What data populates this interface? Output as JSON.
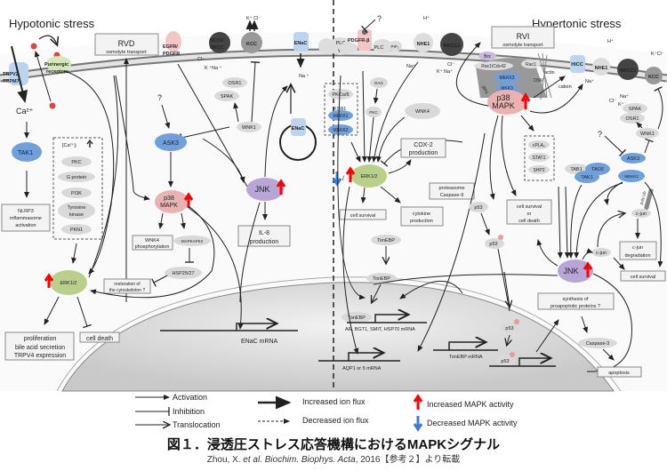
{
  "panels": {
    "left_title": "Hypotonic stress",
    "right_title": "Hypertonic stress"
  },
  "membrane_proteins_left": {
    "trpv": "TRPV2",
    "trpm": "TRPM7",
    "purinergic_1": "Purinergic",
    "purinergic_2": "receptors",
    "egfr_1": "EGFR/",
    "egfr_2": "PDGFR",
    "ncc_1": "NCCI/",
    "ncc_2": "NKCC",
    "kcc": "KCC",
    "enac": "ENaC",
    "enac_vesicle": "ENaC"
  },
  "membrane_proteins_right": {
    "plc_g1_1": "PLC",
    "plc_g1_2": "γ1",
    "rac1": "Rac1",
    "pdgfr": "PDGFR-β",
    "plc": "PLC",
    "pip2": "PIP₂",
    "nhe1_a": "NHE1",
    "nkcc1_a": "NKCC1",
    "hicc": "HICC",
    "nhe1_b": "NHE1",
    "nkcc1_b": "NKCC1",
    "kcc_b": "KCC"
  },
  "ions": {
    "ca": "Ca²⁺",
    "k_cl_top": "K⁺ Cl⁻",
    "cl_left": "Cl⁻",
    "k_na_left": "K ⁺Na ⁺",
    "na_enac": "Na ⁺",
    "h_top": "H⁺",
    "na_nhe": "Na⁺",
    "cl_nkcc": "Cl⁻",
    "k_na_nkcc": "K⁺ Na⁺",
    "h_right": "H⁺",
    "cation": "cation",
    "na_right": "Na⁺",
    "cl_right": "Cl⁻",
    "na_k_right_1": "Na⁺",
    "na_k_right_2": "K⁺",
    "k_cl_right": "K⁺Cl⁻",
    "question_1": "?",
    "question_2": "?",
    "question_3": "?"
  },
  "boxes": {
    "rvd_title": "RVD",
    "rvd_sub": "osmolyte transport",
    "rvi_title": "RVI",
    "rvi_sub": "osmolyte transport",
    "nlrp3": [
      "NLRP3",
      "inflammasome",
      "activation"
    ],
    "wnk4_phos": [
      "WNK4",
      "phosphorylation"
    ],
    "restoration": [
      "restoration of",
      "the cytoskeleton ?"
    ],
    "proliferation": [
      "proliferation",
      "bile acid secretion",
      "TRPV4 expression"
    ],
    "cell_death": "cell death",
    "il8": [
      "IL-8",
      "production"
    ],
    "cox2": [
      "COX-2",
      "production"
    ],
    "proteasome": [
      "proteasome",
      "Caspase-9"
    ],
    "cell_survival_1": "cell survival",
    "cytokine": [
      "cytokine",
      "production"
    ],
    "survival_or_death": [
      "cell survival",
      "or",
      "cell death"
    ],
    "cjun_degradation": [
      "c-jun",
      "degradation"
    ],
    "cell_survival_2": "cell survival",
    "synthesis": [
      "synthesis of",
      "proapoptotic proteins ?"
    ],
    "apoptosis": "apoptosis"
  },
  "nodes": {
    "tak1_left": "TAK1",
    "ca_box_title": "[Ca²⁺]ᵢ",
    "pkc": "PKC",
    "g_protein": "G protein",
    "pi3k": "PI3K",
    "tyrosine_kinase": [
      "Tyrosine",
      "kinase"
    ],
    "pkn1": "PKN1",
    "erk_left": "ERK1/2",
    "ask3_left": "ASK3",
    "osr1_left": "OSR1",
    "spak_left": "SPAK",
    "wnk1_left": "WNK1",
    "p38_left": [
      "p38",
      "MAPK"
    ],
    "mapkapk2": "MAPKAPK2",
    "hsp": "HSP25/27",
    "jnk_left": "JNK",
    "pkca": "PKCα/δ",
    "ksr1": "KSR1",
    "mekk1_a": "MEKK1",
    "mekk2": "MEKK2",
    "dag": "DAG",
    "pkc_right": "PKC",
    "wnk4": "WNK4",
    "erk_right": "ERK1/2",
    "brx": "Brx",
    "rac_cdc": "Rac1/Cdc42",
    "rac1_b": "Rac1",
    "jip4": "JIP4",
    "osm": "OSM",
    "mekk3": "MEKK3",
    "mkk3": "MKK3",
    "actin": "actin",
    "p38_right": [
      "p38",
      "MAPK"
    ],
    "cpla2": "cPLA₂",
    "stat1": "STAT1",
    "shp2": "SHP2",
    "spak_right": "SPAK",
    "osr1_right": "OSR1",
    "wnk1_right": "WNK1",
    "ask3_right": "ASK3",
    "tab1": "TAB1",
    "tao2": "TAO2",
    "tak1_right": "TAK1",
    "mekk1_b": "MEKK1",
    "poly_ub": "poly Ub",
    "cjun_1": "c-jun",
    "cjun_2": "c-jun",
    "p53_1": "p53",
    "p53_2": "p53",
    "p53_3": "p53",
    "p53_4": "p53",
    "p_mark": "P",
    "jnk_right": "JNK",
    "tonebp_1": "TonEBP",
    "tonebp_2": "TonEBP",
    "tonebp_3": "TonEBP",
    "caspase3": "Caspase-3"
  },
  "genes": {
    "enac_mrna": "ENaC  mRNA",
    "ar_mrna": "AR, BGT1, SMIT, HSP70 mRNA",
    "aqp_mrna": "AQP1 or 5 mRNA",
    "tonebp_mrna": "TonEBP mRNA"
  },
  "legend": {
    "activation": "Activation",
    "inhibition": "Inhibition",
    "translocation": "Translocation",
    "increased_flux": "Increased ion flux",
    "decreased_flux": "Decreased ion flux",
    "increased_mapk": "Increased MAPK activity",
    "decreased_mapk": "Decreased MAPK activity"
  },
  "caption": {
    "title": "図１．浸透圧ストレス応答機構におけるMAPKシグナル",
    "cite_author": "Zhou, X. ",
    "cite_etal": "et al. Biochim. Biophys. Acta",
    "cite_rest": ", 2016【参考２】より転載"
  },
  "colors": {
    "blue_node": "#6fa0dc",
    "green_node": "#b9d08a",
    "purple_node": "#b7a6d6",
    "pink_node": "#e9b3b3",
    "gray_node": "#d9d9d9",
    "increase_arrow": "#ff0000",
    "decrease_arrow": "#3a7bd5",
    "nucleus": "#d3d3d3"
  }
}
